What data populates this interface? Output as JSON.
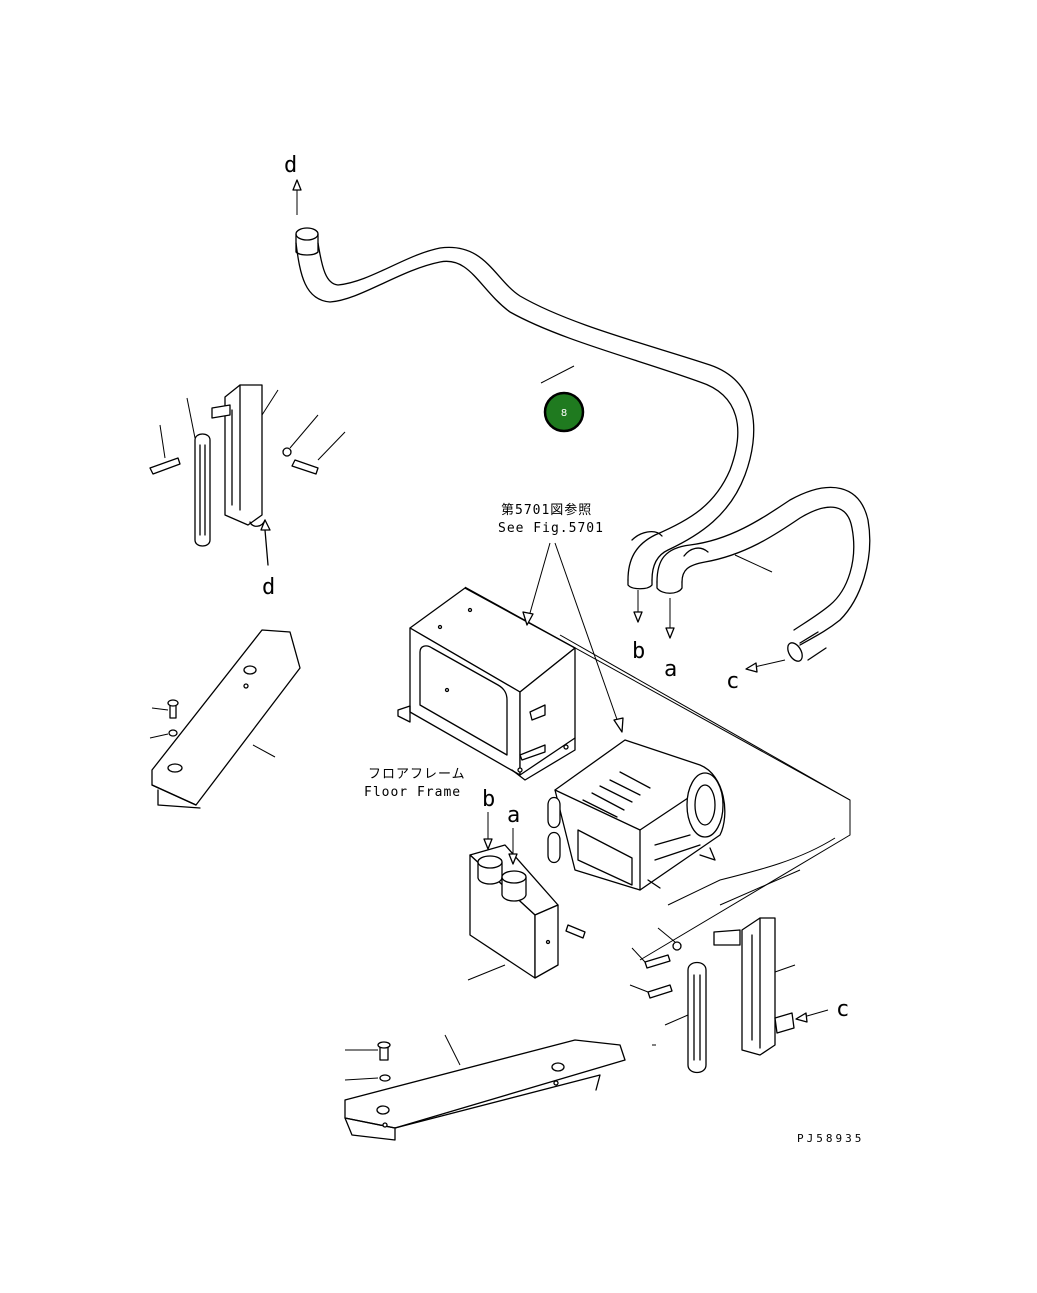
{
  "labels": {
    "d_top": "d",
    "d_left": "d",
    "b_hose": "b",
    "a_hose": "a",
    "c_hose": "c",
    "b_tank": "b",
    "a_tank": "a",
    "c_right": "c"
  },
  "notes": {
    "ref_jp": "第5701図参照",
    "ref_en": "See Fig.5701",
    "frame_jp": "フロアフレーム",
    "frame_en": "Floor Frame"
  },
  "callout": {
    "number": "8",
    "color": "#1f7a1f"
  },
  "drawing_code": "PJ58935"
}
